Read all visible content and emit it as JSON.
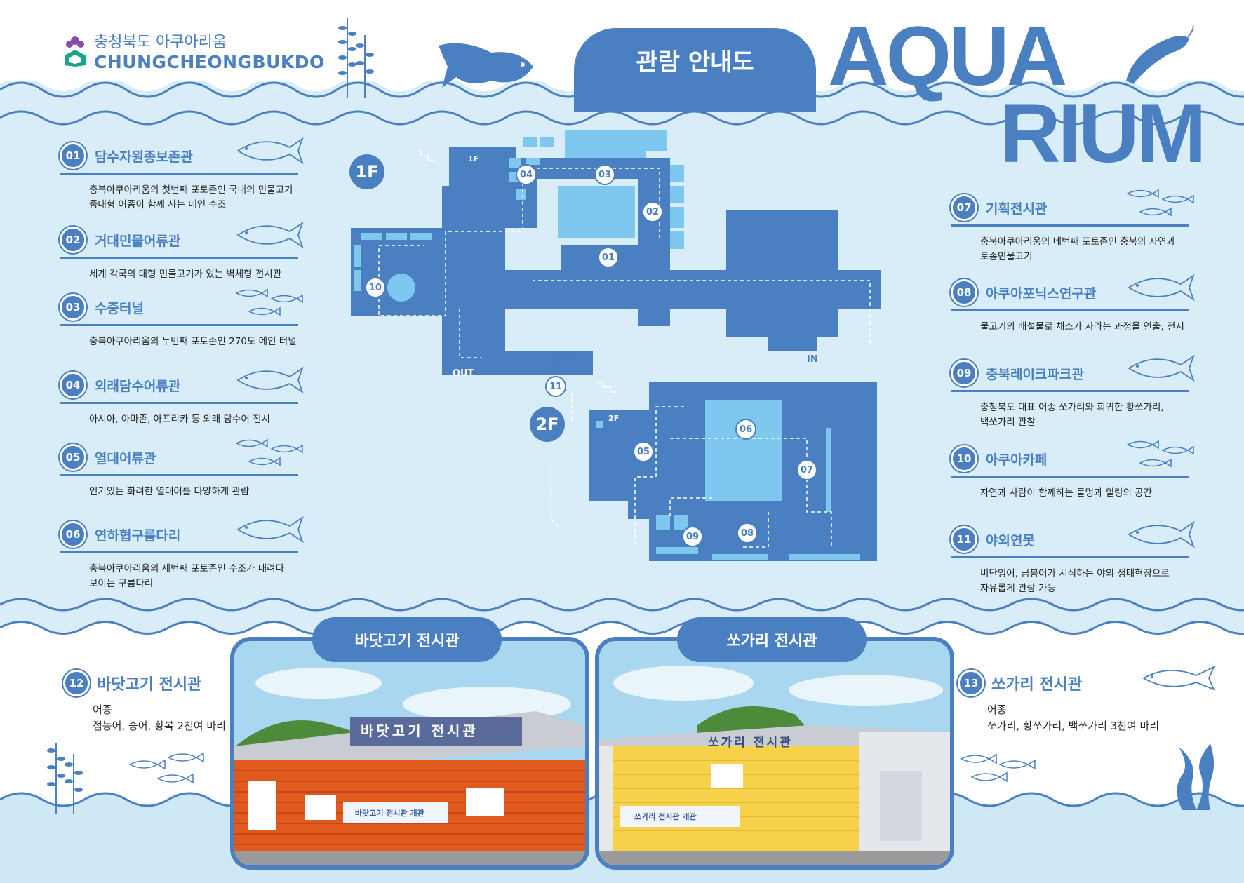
{
  "brand": {
    "name_ko": "충청북도 아쿠아리움",
    "name_en": "CHUNGCHEONGBUKDO"
  },
  "header": {
    "title": "관람 안내도",
    "aqua_line1": "AQUA",
    "aqua_line2": "RIUM"
  },
  "map": {
    "floor1": "1F",
    "floor2": "2F",
    "stairs1": "1F",
    "stairs2": "2F",
    "in_label": "IN",
    "out_label": "OUT",
    "outdoor_pond": "야외연못",
    "markers": [
      "01",
      "02",
      "03",
      "04",
      "05",
      "06",
      "07",
      "08",
      "09",
      "10",
      "11"
    ]
  },
  "left_exhibits": [
    {
      "num": "01",
      "name": "담수자원종보존관",
      "desc": [
        "충북아쿠아리움의 첫번째 포토존인 국내의 민물고기",
        "중대형 어종이 함께 사는 메인 수조"
      ]
    },
    {
      "num": "02",
      "name": "거대민물어류관",
      "desc": [
        "세계 각국의 대형 민물고기가 있는 벽체형 전시관"
      ]
    },
    {
      "num": "03",
      "name": "수중터널",
      "desc": [
        "충북아쿠아리움의 두번째 포토존인 270도 메인 터널"
      ]
    },
    {
      "num": "04",
      "name": "외래담수어류관",
      "desc": [
        "아시아, 아마존, 아프리카 등 외래 담수어 전시"
      ]
    },
    {
      "num": "05",
      "name": "열대어류관",
      "desc": [
        "인기있는 화려한 열대어를 다양하게 관람"
      ]
    },
    {
      "num": "06",
      "name": "연하협구름다리",
      "desc": [
        "충북아쿠아리움의 세번째 포토존인 수조가 내려다",
        "보이는 구름다리"
      ]
    }
  ],
  "right_exhibits": [
    {
      "num": "07",
      "name": "기획전시관",
      "desc": [
        "충북아쿠아리움의 네번째 포토존인 충북의 자연과",
        "토종민물고기"
      ]
    },
    {
      "num": "08",
      "name": "아쿠아포닉스연구관",
      "desc": [
        "물고기의 배설물로 채소가 자라는 과정을 연출, 전시"
      ]
    },
    {
      "num": "09",
      "name": "충북레이크파크관",
      "desc": [
        "충청북도 대표 어종 쏘가리와 희귀한 황쏘가리,",
        "백쏘가리 관찰"
      ]
    },
    {
      "num": "10",
      "name": "아쿠아카페",
      "desc": [
        "자연과 사람이 함께하는 물멍과 힐링의 공간"
      ]
    },
    {
      "num": "11",
      "name": "야외연못",
      "desc": [
        "비단잉어, 금붕어가 서식하는 야외 생태현장으로",
        "자유롭게 관람 가능"
      ]
    }
  ],
  "bottom": {
    "left": {
      "num": "12",
      "title": "바닷고기 전시관",
      "line1": "어종",
      "line2": "점농어, 숭어, 황복 2천여 마리"
    },
    "right": {
      "num": "13",
      "title": "쏘가리 전시관",
      "line1": "어종",
      "line2": "쏘가리, 황쏘가리, 백쏘가리 3천여 마리"
    },
    "card_left": {
      "pill": "바닷고기 전시관",
      "sign": "바닷고기 전시관",
      "banner": "바닷고기 전시관 개관"
    },
    "card_right": {
      "pill": "쏘가리 전시관",
      "sign": "쏘가리 전시관",
      "banner": "쏘가리 전시관 개관"
    }
  },
  "colors": {
    "primary": "#4a7fc1",
    "background": "#d8edf7",
    "water_light": "#7ec8f0",
    "orange_wall": "#e05a1e",
    "yellow_wall": "#f5d24a"
  }
}
